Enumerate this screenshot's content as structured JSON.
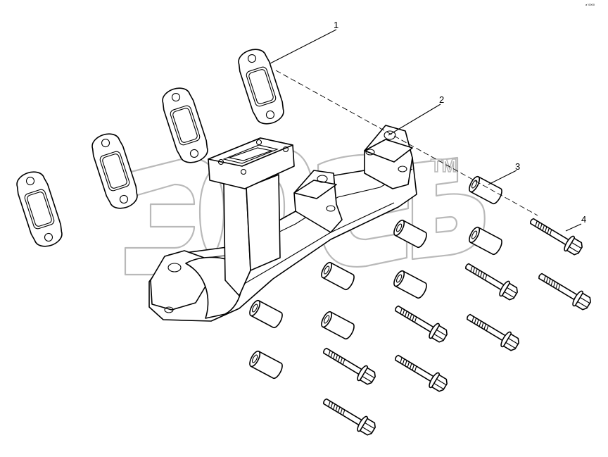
{
  "diagram": {
    "callouts": [
      {
        "id": "1",
        "label": "1"
      },
      {
        "id": "2",
        "label": "2"
      },
      {
        "id": "3",
        "label": "3"
      },
      {
        "id": "4",
        "label": "4"
      }
    ],
    "watermark_mark": "TM",
    "corner_code": "a’ 0000"
  }
}
